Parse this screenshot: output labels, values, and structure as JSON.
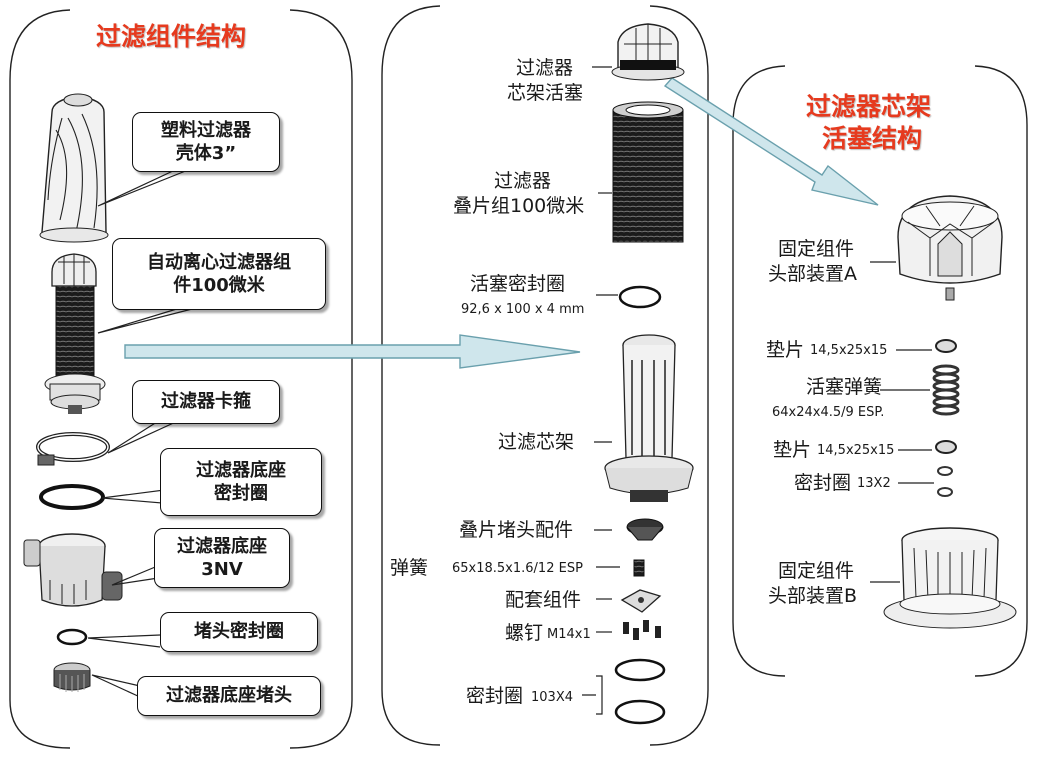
{
  "panels": {
    "left_title": "过滤组件结构",
    "right_title_line1": "过滤器芯架",
    "right_title_line2": "活塞结构"
  },
  "left_callouts": {
    "housing_line1": "塑料过滤器",
    "housing_line2": "壳体3”",
    "cyclone_line1": "自动离心过滤器组",
    "cyclone_line2": "件100微米",
    "clamp": "过滤器卡箍",
    "base_seal_line1": "过滤器底座",
    "base_seal_line2": "密封圈",
    "base_line1": "过滤器底座",
    "base_line2": "3NV",
    "plug_seal": "堵头密封圈",
    "base_plug": "过滤器底座堵头"
  },
  "middle_labels": {
    "piston_line1": "过滤器",
    "piston_line2": "芯架活塞",
    "stack_line1": "过滤器",
    "stack_line2": "叠片组100微米",
    "piston_seal": "活塞密封圈",
    "piston_seal_size": "92,6 x 100 x 4 mm",
    "core_frame": "过滤芯架",
    "disc_cap": "叠片堵头配件",
    "spring": "弹簧",
    "spring_spec": "65x18.5x1.6/12 ESP",
    "kit": "配套组件",
    "screw": "螺钉",
    "screw_spec": "M14x1",
    "seal": "密封圈",
    "seal_spec": "103X4"
  },
  "right_labels": {
    "head_a_line1": "固定组件",
    "head_a_line2": "头部装置A",
    "washer1": "垫片",
    "washer1_spec": "14,5x25x15",
    "piston_spring": "活塞弹簧",
    "piston_spring_spec": "64x24x4.5/9 ESP.",
    "washer2": "垫片",
    "washer2_spec": "14,5x25x15",
    "oring": "密封圈",
    "oring_spec": "13X2",
    "head_b_line1": "固定组件",
    "head_b_line2": "头部装置B"
  },
  "colors": {
    "title_red": "#e63a1e",
    "arrow_fill": "#cfe6ec",
    "arrow_stroke": "#6aa0ad"
  }
}
